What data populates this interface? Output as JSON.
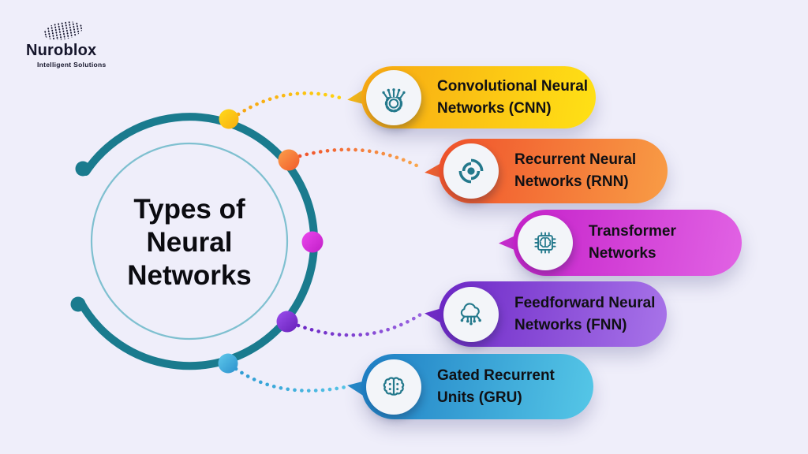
{
  "theme": {
    "background": "#EFEEFA",
    "arc_color": "#1A7B8E",
    "inner_ring_color": "#7FC0D0",
    "icon_color": "#24798C",
    "title_color": "#0B0B10",
    "badge_background": "#F3F5F9"
  },
  "logo": {
    "name": "Nuroblox",
    "tagline": "Intelligent Solutions"
  },
  "center_title": {
    "line1": "Types of",
    "line2": "Neural",
    "line3": "Networks"
  },
  "items": [
    {
      "id": "cnn",
      "label": "Convolutional Neural Networks (CNN)",
      "line1": "Convolutional Neural",
      "line2": "Networks (CNN)",
      "icon": "gear-circuit-icon",
      "color_start": "#F7A713",
      "color_end": "#FFE115",
      "pointer_color": "#F6B816",
      "dot_color_start": "#FFDA1C",
      "dot_color_end": "#F8AE0E",
      "line_color_start": "#F6A414",
      "line_color_end": "#FFD60F"
    },
    {
      "id": "rnn",
      "label": "Recurrent Neural Networks (RNN)",
      "line1": "Recurrent Neural",
      "line2": "Networks (RNN)",
      "icon": "loop-arrows-icon",
      "color_start": "#F0512B",
      "color_end": "#F89C45",
      "pointer_color": "#F2602E",
      "dot_color_start": "#FBA04C",
      "dot_color_end": "#F25A2A",
      "line_color_start": "#F0522B",
      "line_color_end": "#F9A94E"
    },
    {
      "id": "transformer",
      "label": "Transformer Networks",
      "line1": "Transformer",
      "line2": "Networks",
      "icon": "brain-chip-icon",
      "color_start": "#C521CA",
      "color_end": "#E163E4",
      "pointer_color": "#C92BCE",
      "dot_color_start": "#EC46EE",
      "dot_color_end": "#C01EC6",
      "line_color_start": "#D62BDA",
      "line_color_end": "#E55CE8"
    },
    {
      "id": "fnn",
      "label": "Feedforward Neural Networks (FNN)",
      "line1": "Feedforward Neural",
      "line2": "Networks (FNN)",
      "icon": "cloud-network-icon",
      "color_start": "#6C27C6",
      "color_end": "#A874E9",
      "pointer_color": "#7129C8",
      "dot_color_start": "#9C4FEE",
      "dot_color_end": "#661FB8",
      "line_color_start": "#6B26C5",
      "line_color_end": "#9A64E0"
    },
    {
      "id": "gru",
      "label": "Gated Recurrent Units (GRU)",
      "line1": "Gated Recurrent",
      "line2": "Units (GRU)",
      "icon": "brain-icon",
      "color_start": "#1E7EC4",
      "color_end": "#55C7E7",
      "pointer_color": "#2489C9",
      "dot_color_start": "#5FC9EC",
      "dot_color_end": "#2B90CC",
      "line_color_start": "#2E9BD3",
      "line_color_end": "#55C3E6"
    }
  ]
}
